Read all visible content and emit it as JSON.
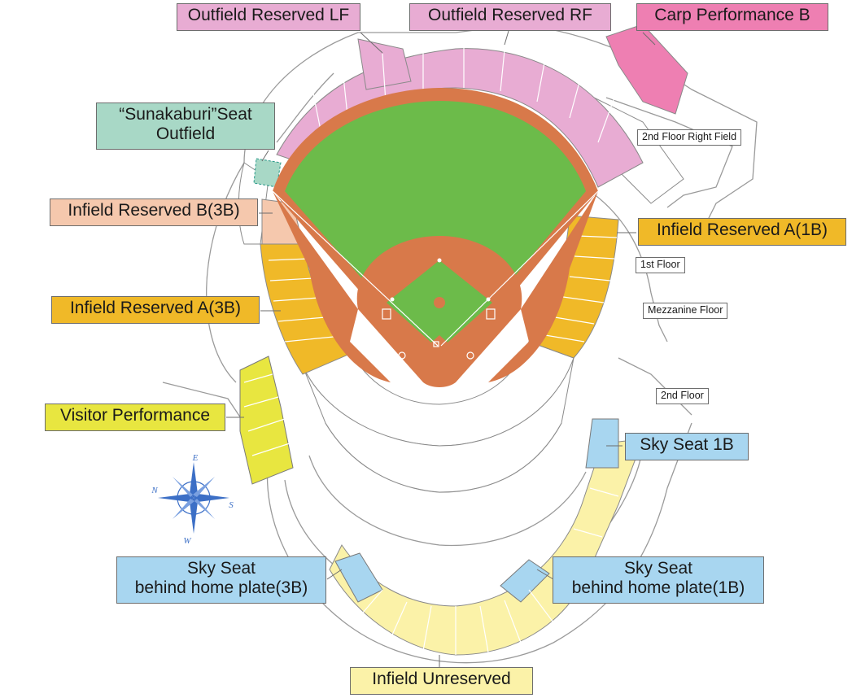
{
  "colors": {
    "field_green": "#6cbb4a",
    "dirt": "#d8794a",
    "outfield_reserved": "#e8acd3",
    "carp_performance": "#ee7fb2",
    "sunakaburi": "#a8d8c6",
    "infield_reserved_b": "#f5c8ad",
    "infield_reserved_a": "#f0b928",
    "visitor_performance": "#e8e640",
    "sky_seat": "#a8d6f0",
    "infield_unreserved": "#fbf2a8",
    "compass": "#3c6fc6"
  },
  "labels": {
    "outfield_lf": "Outfield Reserved LF",
    "outfield_rf": "Outfield Reserved RF",
    "carp_b": "Carp Performance B",
    "sunakaburi": "“Sunakaburi”Seat\nOutfield",
    "infield_b_3b": "Infield Reserved B(3B)",
    "infield_a_1b": "Infield Reserved A(1B)",
    "infield_a_3b": "Infield Reserved A(3B)",
    "visitor": "Visitor Performance",
    "sky_1b": "Sky Seat 1B",
    "sky_home_3b": "Sky Seat\nbehind home plate(3B)",
    "sky_home_1b": "Sky Seat\nbehind home plate(1B)",
    "infield_unreserved": "Infield Unreserved"
  },
  "floor_labels": {
    "second_floor_rf": "2nd Floor Right Field",
    "first_floor": "1st Floor",
    "mezzanine": "Mezzanine Floor",
    "second_floor": "2nd Floor"
  },
  "compass": {
    "north": "N",
    "east": "E",
    "south": "S",
    "west": "W"
  }
}
